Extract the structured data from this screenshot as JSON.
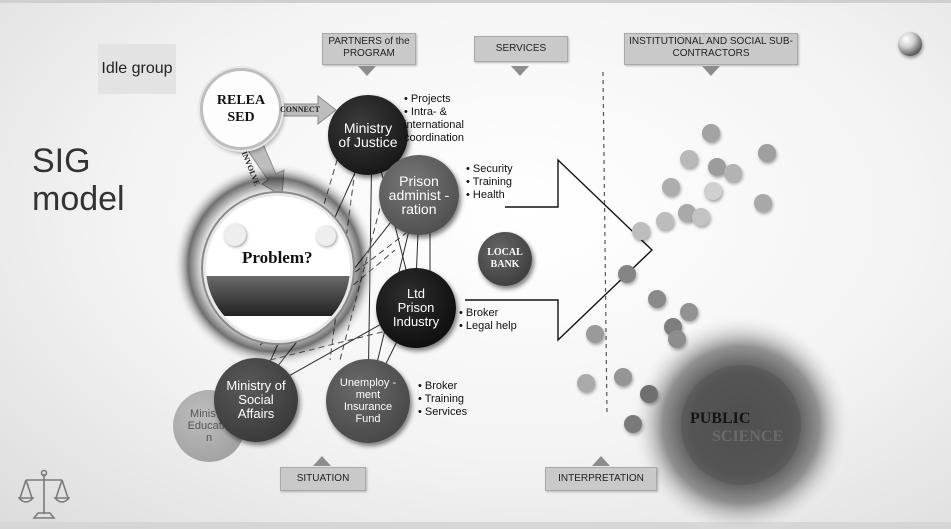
{
  "idle_group": "Idle group",
  "sig_model": "SIG model",
  "released": {
    "text": "RELEA SED"
  },
  "connect": "CONNECT",
  "involve": "INVOLVE",
  "problem": "Problem?",
  "tags": {
    "partners": "PARTNERS of the PROGRAM",
    "services": "SERVICES",
    "institutional": "INSTITUTIONAL AND SOCIAL SUB-CONTRACTORS",
    "situation": "SITUATION",
    "interpretation": "INTERPRETATION"
  },
  "nodes": {
    "justice": "Ministry of Justice",
    "prison_admin": "Prison administ -ration",
    "prison_industry": "Ltd Prison Industry",
    "social_affairs": "Ministry of Social Affairs",
    "unemployment": "Unemploy -ment Insurance Fund",
    "education": "Minis of Educatio n",
    "local_bank": "LOCAL BANK"
  },
  "bullets": {
    "justice": [
      "Projects",
      "Intra- & international coordination"
    ],
    "prison_admin": [
      "Security",
      "Training",
      "Health"
    ],
    "prison_industry": [
      "Broker",
      "Legal help"
    ],
    "unemployment": [
      "Broker",
      "Training",
      "Services"
    ]
  },
  "public_science": {
    "line1": "PUBLIC",
    "line2": "SCIENCE"
  },
  "colors": {
    "dark_node": "#1a1a1a",
    "mid_node": "#4a4a4a",
    "tag_bg": "#c9c9c9",
    "dot": "#9b9b9b"
  },
  "icons": [
    "orb-icon",
    "scales-icon"
  ]
}
